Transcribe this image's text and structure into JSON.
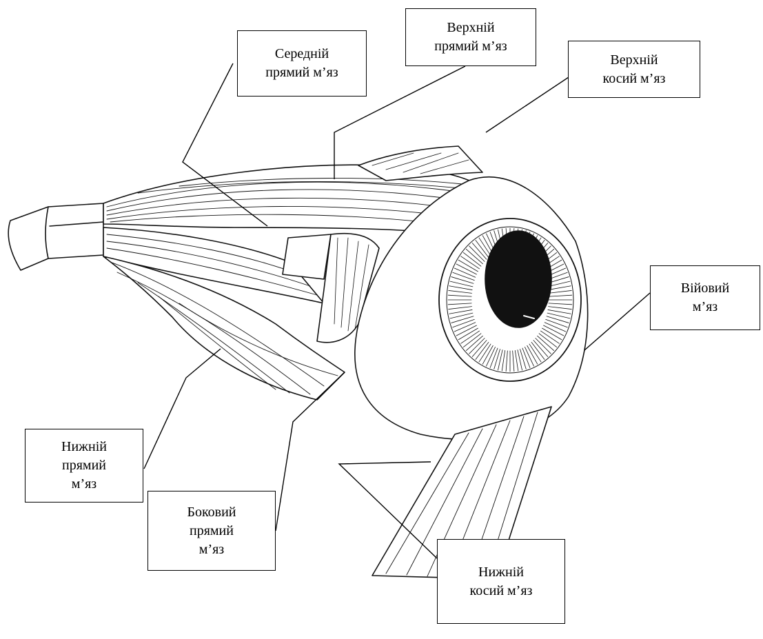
{
  "diagram": {
    "labels": {
      "medial_rectus": "Середній\nпрямий м’яз",
      "superior_rectus": "Верхній\nпрямий м’яз",
      "superior_oblique": "Верхній\nкосий м’яз",
      "ciliary": "Війовий\nм’яз",
      "inferior_rectus": "Нижній\nпрямий\nм’яз",
      "lateral_rectus": "Боковий\nпрямий\nм’яз",
      "inferior_oblique": "Нижній\nкосий м’яз"
    }
  }
}
